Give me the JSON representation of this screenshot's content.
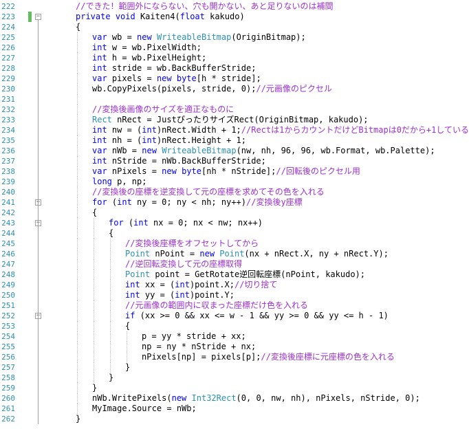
{
  "colors": {
    "keyword": "#0000ff",
    "type": "#2b91af",
    "comment": "#9b30d0",
    "plain": "#000000",
    "line_number": "#2b91af",
    "change_bar": "#5fbf5f"
  },
  "lines": [
    {
      "num": "222",
      "indent": 0,
      "tokens": [
        {
          "t": "cm",
          "v": "//できた！範囲外にならない、穴も開かない、あと足りないのは補間"
        }
      ]
    },
    {
      "num": "223",
      "indent": 0,
      "fold": "minus",
      "changed": true,
      "tokens": [
        {
          "t": "kw",
          "v": "private"
        },
        {
          "t": "pl",
          "v": " "
        },
        {
          "t": "kw",
          "v": "void"
        },
        {
          "t": "pl",
          "v": " Kaiten4("
        },
        {
          "t": "kw",
          "v": "float"
        },
        {
          "t": "pl",
          "v": " kakudo)"
        }
      ]
    },
    {
      "num": "224",
      "indent": 0,
      "tokens": [
        {
          "t": "pl",
          "v": "{"
        }
      ]
    },
    {
      "num": "225",
      "indent": 1,
      "tokens": [
        {
          "t": "kw",
          "v": "var"
        },
        {
          "t": "pl",
          "v": " wb = "
        },
        {
          "t": "kw",
          "v": "new"
        },
        {
          "t": "pl",
          "v": " "
        },
        {
          "t": "type",
          "v": "WriteableBitmap"
        },
        {
          "t": "pl",
          "v": "(OriginBitmap);"
        }
      ]
    },
    {
      "num": "226",
      "indent": 1,
      "tokens": [
        {
          "t": "kw",
          "v": "int"
        },
        {
          "t": "pl",
          "v": " w = wb.PixelWidth;"
        }
      ]
    },
    {
      "num": "227",
      "indent": 1,
      "tokens": [
        {
          "t": "kw",
          "v": "int"
        },
        {
          "t": "pl",
          "v": " h = wb.PixelHeight;"
        }
      ]
    },
    {
      "num": "228",
      "indent": 1,
      "tokens": [
        {
          "t": "kw",
          "v": "int"
        },
        {
          "t": "pl",
          "v": " stride = wb.BackBufferStride;"
        }
      ]
    },
    {
      "num": "229",
      "indent": 1,
      "tokens": [
        {
          "t": "kw",
          "v": "var"
        },
        {
          "t": "pl",
          "v": " pixels = "
        },
        {
          "t": "kw",
          "v": "new"
        },
        {
          "t": "pl",
          "v": " "
        },
        {
          "t": "kw",
          "v": "byte"
        },
        {
          "t": "pl",
          "v": "[h * stride];"
        }
      ]
    },
    {
      "num": "230",
      "indent": 1,
      "tokens": [
        {
          "t": "pl",
          "v": "wb.CopyPixels(pixels, stride, 0);"
        },
        {
          "t": "cm",
          "v": "//元画像のピクセル"
        }
      ]
    },
    {
      "num": "231",
      "indent": 1,
      "tokens": []
    },
    {
      "num": "232",
      "indent": 1,
      "tokens": [
        {
          "t": "cm",
          "v": "//変換後画像のサイズを適正なものに"
        }
      ]
    },
    {
      "num": "233",
      "indent": 1,
      "tokens": [
        {
          "t": "type",
          "v": "Rect"
        },
        {
          "t": "pl",
          "v": " nRect = JustぴったりサイズRect(OriginBitmap, kakudo);"
        }
      ]
    },
    {
      "num": "234",
      "indent": 1,
      "tokens": [
        {
          "t": "kw",
          "v": "int"
        },
        {
          "t": "pl",
          "v": " nw = ("
        },
        {
          "t": "kw",
          "v": "int"
        },
        {
          "t": "pl",
          "v": ")nRect.Width + 1;"
        },
        {
          "t": "cm",
          "v": "//Rectは1からカウントだけどBitmapは0だから+1している"
        }
      ]
    },
    {
      "num": "235",
      "indent": 1,
      "tokens": [
        {
          "t": "kw",
          "v": "int"
        },
        {
          "t": "pl",
          "v": " nh = ("
        },
        {
          "t": "kw",
          "v": "int"
        },
        {
          "t": "pl",
          "v": ")nRect.Height + 1;"
        }
      ]
    },
    {
      "num": "236",
      "indent": 1,
      "tokens": [
        {
          "t": "kw",
          "v": "var"
        },
        {
          "t": "pl",
          "v": " nWb = "
        },
        {
          "t": "kw",
          "v": "new"
        },
        {
          "t": "pl",
          "v": " "
        },
        {
          "t": "type",
          "v": "WriteableBitmap"
        },
        {
          "t": "pl",
          "v": "(nw, nh, 96, 96, wb.Format, wb.Palette);"
        }
      ]
    },
    {
      "num": "237",
      "indent": 1,
      "tokens": [
        {
          "t": "kw",
          "v": "int"
        },
        {
          "t": "pl",
          "v": " nStride = nWb.BackBufferStride;"
        }
      ]
    },
    {
      "num": "238",
      "indent": 1,
      "tokens": [
        {
          "t": "kw",
          "v": "var"
        },
        {
          "t": "pl",
          "v": " nPixels = "
        },
        {
          "t": "kw",
          "v": "new"
        },
        {
          "t": "pl",
          "v": " "
        },
        {
          "t": "kw",
          "v": "byte"
        },
        {
          "t": "pl",
          "v": "[nh * nStride];"
        },
        {
          "t": "cm",
          "v": "//回転後のピクセル用"
        }
      ]
    },
    {
      "num": "239",
      "indent": 1,
      "tokens": [
        {
          "t": "kw",
          "v": "long"
        },
        {
          "t": "pl",
          "v": " p, np;"
        }
      ]
    },
    {
      "num": "240",
      "indent": 1,
      "tokens": [
        {
          "t": "cm",
          "v": "//変換後の座標を逆変換して元の座標を求めてその色を入れる"
        }
      ]
    },
    {
      "num": "241",
      "indent": 1,
      "fold": "minus",
      "tokens": [
        {
          "t": "kw",
          "v": "for"
        },
        {
          "t": "pl",
          "v": " ("
        },
        {
          "t": "kw",
          "v": "int"
        },
        {
          "t": "pl",
          "v": " ny = 0; ny < nh; ny++)"
        },
        {
          "t": "cm",
          "v": "//変換後y座標"
        }
      ]
    },
    {
      "num": "242",
      "indent": 1,
      "tokens": [
        {
          "t": "pl",
          "v": "{"
        }
      ]
    },
    {
      "num": "243",
      "indent": 2,
      "fold": "minus",
      "tokens": [
        {
          "t": "kw",
          "v": "for"
        },
        {
          "t": "pl",
          "v": " ("
        },
        {
          "t": "kw",
          "v": "int"
        },
        {
          "t": "pl",
          "v": " nx = 0; nx < nw; nx++)"
        }
      ]
    },
    {
      "num": "244",
      "indent": 2,
      "tokens": [
        {
          "t": "pl",
          "v": "{"
        }
      ]
    },
    {
      "num": "245",
      "indent": 3,
      "tokens": [
        {
          "t": "cm",
          "v": "//変換後座標をオフセットしてから"
        }
      ]
    },
    {
      "num": "246",
      "indent": 3,
      "tokens": [
        {
          "t": "type",
          "v": "Point"
        },
        {
          "t": "pl",
          "v": " nPoint = "
        },
        {
          "t": "kw",
          "v": "new"
        },
        {
          "t": "pl",
          "v": " "
        },
        {
          "t": "type",
          "v": "Point"
        },
        {
          "t": "pl",
          "v": "(nx + nRect.X, ny + nRect.Y);"
        }
      ]
    },
    {
      "num": "247",
      "indent": 3,
      "tokens": [
        {
          "t": "cm",
          "v": "//逆回転変換して元の座標取得"
        }
      ]
    },
    {
      "num": "248",
      "indent": 3,
      "tokens": [
        {
          "t": "type",
          "v": "Point"
        },
        {
          "t": "pl",
          "v": " point = GetRotate逆回転座標(nPoint, kakudo);"
        }
      ]
    },
    {
      "num": "249",
      "indent": 3,
      "tokens": [
        {
          "t": "kw",
          "v": "int"
        },
        {
          "t": "pl",
          "v": " xx = ("
        },
        {
          "t": "kw",
          "v": "int"
        },
        {
          "t": "pl",
          "v": ")point.X;"
        },
        {
          "t": "cm",
          "v": "//切り捨て"
        }
      ]
    },
    {
      "num": "250",
      "indent": 3,
      "tokens": [
        {
          "t": "kw",
          "v": "int"
        },
        {
          "t": "pl",
          "v": " yy = ("
        },
        {
          "t": "kw",
          "v": "int"
        },
        {
          "t": "pl",
          "v": ")point.Y;"
        }
      ]
    },
    {
      "num": "251",
      "indent": 3,
      "tokens": [
        {
          "t": "cm",
          "v": "//元画像の範囲内に収まった座標だけ色を入れる"
        }
      ]
    },
    {
      "num": "252",
      "indent": 3,
      "fold": "minus",
      "tokens": [
        {
          "t": "kw",
          "v": "if"
        },
        {
          "t": "pl",
          "v": " (xx >= 0 && xx <= w - 1 && yy >= 0 && yy <= h - 1)"
        }
      ]
    },
    {
      "num": "253",
      "indent": 3,
      "tokens": [
        {
          "t": "pl",
          "v": "{"
        }
      ]
    },
    {
      "num": "254",
      "indent": 4,
      "tokens": [
        {
          "t": "pl",
          "v": "p = yy * stride + xx;"
        }
      ]
    },
    {
      "num": "255",
      "indent": 4,
      "tokens": [
        {
          "t": "pl",
          "v": "np = ny * nStride + nx;"
        }
      ]
    },
    {
      "num": "256",
      "indent": 4,
      "tokens": [
        {
          "t": "pl",
          "v": "nPixels[np] = pixels[p];"
        },
        {
          "t": "cm",
          "v": "//変換後座標に元座標の色を入れる"
        }
      ]
    },
    {
      "num": "257",
      "indent": 3,
      "tokens": [
        {
          "t": "pl",
          "v": "}"
        }
      ]
    },
    {
      "num": "258",
      "indent": 2,
      "tokens": [
        {
          "t": "pl",
          "v": "}"
        }
      ]
    },
    {
      "num": "259",
      "indent": 1,
      "tokens": [
        {
          "t": "pl",
          "v": "}"
        }
      ]
    },
    {
      "num": "260",
      "indent": 1,
      "tokens": [
        {
          "t": "pl",
          "v": "nWb.WritePixels("
        },
        {
          "t": "kw",
          "v": "new"
        },
        {
          "t": "pl",
          "v": " "
        },
        {
          "t": "type",
          "v": "Int32Rect"
        },
        {
          "t": "pl",
          "v": "(0, 0, nw, nh), nPixels, nStride, 0);"
        }
      ]
    },
    {
      "num": "261",
      "indent": 1,
      "tokens": [
        {
          "t": "pl",
          "v": "MyImage.Source = nWb;"
        }
      ]
    },
    {
      "num": "262",
      "indent": 0,
      "tokens": [
        {
          "t": "pl",
          "v": "}"
        }
      ]
    }
  ]
}
